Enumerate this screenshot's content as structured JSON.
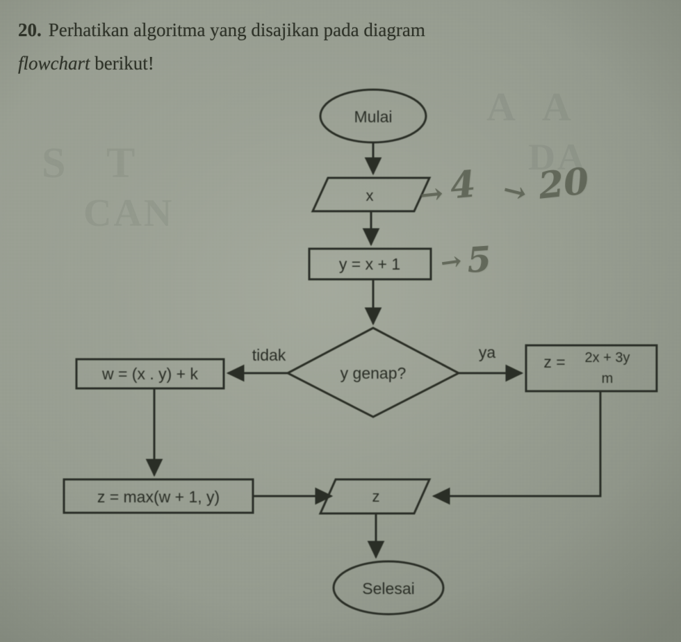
{
  "page": {
    "background_color": "#9ba195",
    "ink_color": "#2b2f26"
  },
  "question": {
    "number": "20.",
    "line1_plain_a": "Perhatikan algoritma yang disajikan pada diagram",
    "line2_italic": "flowchart",
    "line2_plain": " berikut!"
  },
  "flowchart": {
    "nodes": {
      "start": {
        "shape": "terminator-oval",
        "label": "Mulai"
      },
      "input_x": {
        "shape": "parallelogram-io",
        "label": "x"
      },
      "process_y": {
        "shape": "rectangle-process",
        "label": "y = x + 1"
      },
      "decision": {
        "shape": "diamond-decision",
        "label": "y genap?"
      },
      "process_w": {
        "shape": "rectangle-process",
        "label": "w = (x . y) + k"
      },
      "process_z_frac": {
        "shape": "rectangle-process",
        "lhs": "z =",
        "numerator": "2x + 3y",
        "denominator": "m"
      },
      "process_z_max": {
        "shape": "rectangle-process",
        "label": "z = max(w + 1, y)"
      },
      "output_z": {
        "shape": "parallelogram-io",
        "label": "z"
      },
      "end": {
        "shape": "terminator-oval",
        "label": "Selesai"
      }
    },
    "branch_labels": {
      "no": "tidak",
      "yes": "ya"
    }
  },
  "annotations": [
    {
      "id": "pencil-note-1",
      "text": "4"
    },
    {
      "id": "pencil-note-2",
      "text": "20"
    },
    {
      "id": "pencil-note-3",
      "text": "5"
    }
  ]
}
